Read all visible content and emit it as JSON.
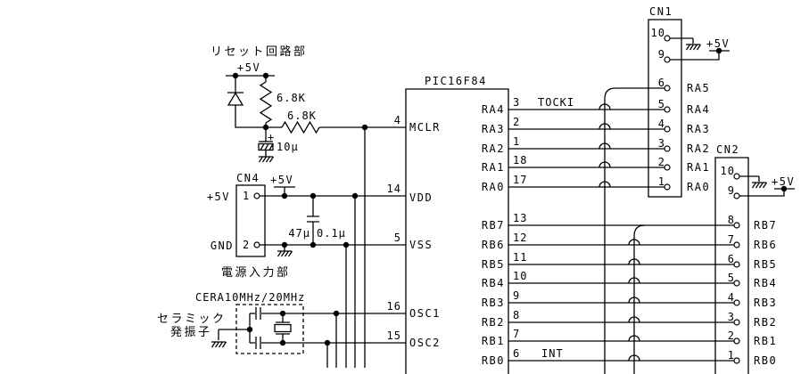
{
  "colors": {
    "ink": "#000000",
    "background": "#ffffff"
  },
  "reset_section": {
    "title": "リセット回路部",
    "supply_label": "+5V",
    "r_pullup": "6.8K",
    "r_series": "6.8K",
    "cap_value": "10µ",
    "cap_polarity": "+"
  },
  "power_section": {
    "connector_name": "CN4",
    "caption": "電源入力部",
    "supply_label": "+5V",
    "pin1": {
      "num": "1",
      "label": "+5V"
    },
    "pin2": {
      "num": "2",
      "label": "GND"
    },
    "cap_electrolytic": "47µ",
    "cap_ceramic": "0.1µ"
  },
  "osc_section": {
    "title": "CERA10MHz/20MHz",
    "caption_line1": "セラミック",
    "caption_line2": "発振子"
  },
  "pic": {
    "title": "PIC16F84",
    "left_pins": [
      {
        "num": "4",
        "name": "MCLR"
      },
      {
        "num": "14",
        "name": "VDD"
      },
      {
        "num": "5",
        "name": "VSS"
      },
      {
        "num": "16",
        "name": "OSC1"
      },
      {
        "num": "15",
        "name": "OSC2"
      }
    ],
    "right_pins": [
      {
        "num": "3",
        "name": "RA4",
        "note": "TOCKI"
      },
      {
        "num": "2",
        "name": "RA3",
        "note": ""
      },
      {
        "num": "1",
        "name": "RA2",
        "note": ""
      },
      {
        "num": "18",
        "name": "RA1",
        "note": ""
      },
      {
        "num": "17",
        "name": "RA0",
        "note": ""
      },
      {
        "num": "13",
        "name": "RB7",
        "note": ""
      },
      {
        "num": "12",
        "name": "RB6",
        "note": ""
      },
      {
        "num": "11",
        "name": "RB5",
        "note": ""
      },
      {
        "num": "10",
        "name": "RB4",
        "note": ""
      },
      {
        "num": "9",
        "name": "RB3",
        "note": ""
      },
      {
        "num": "8",
        "name": "RB2",
        "note": ""
      },
      {
        "num": "7",
        "name": "RB1",
        "note": ""
      },
      {
        "num": "6",
        "name": "RB0",
        "note": "INT"
      }
    ]
  },
  "cn1": {
    "title": "CN1",
    "gnd_pin_num": "10",
    "vcc_pin_num": "9",
    "supply_label": "+5V",
    "pins": [
      {
        "num": "6",
        "label": "RA5"
      },
      {
        "num": "5",
        "label": "RA4"
      },
      {
        "num": "4",
        "label": "RA3"
      },
      {
        "num": "3",
        "label": "RA2"
      },
      {
        "num": "2",
        "label": "RA1"
      },
      {
        "num": "1",
        "label": "RA0"
      }
    ]
  },
  "cn2": {
    "title": "CN2",
    "gnd_pin_num": "10",
    "vcc_pin_num": "9",
    "supply_label": "+5V",
    "pins": [
      {
        "num": "8",
        "label": "RB7"
      },
      {
        "num": "7",
        "label": "RB6"
      },
      {
        "num": "6",
        "label": "RB5"
      },
      {
        "num": "5",
        "label": "RB4"
      },
      {
        "num": "4",
        "label": "RB3"
      },
      {
        "num": "3",
        "label": "RB2"
      },
      {
        "num": "2",
        "label": "RB1"
      },
      {
        "num": "1",
        "label": "RB0"
      }
    ]
  }
}
